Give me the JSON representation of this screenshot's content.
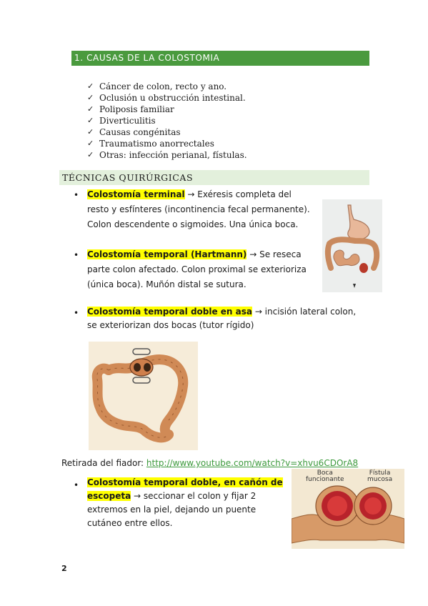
{
  "section1": {
    "title": "1. CAUSAS DE LA COLOSTOMIA",
    "causes": [
      "Cáncer de colon, recto y ano.",
      "Oclusión u obstrucción intestinal.",
      "Poliposis familiar",
      "Diverticulitis",
      "Causas congénitas",
      "Traumatismo anorrectales",
      "Otras: infección perianal, fístulas."
    ],
    "check_glyph": "✓"
  },
  "section2": {
    "title": "TÉCNICAS QUIRÚRGICAS",
    "bullet_glyph": "•",
    "items": [
      {
        "term": " Colostomía terminal",
        "line1": " → Exéresis completa del",
        "line2": "resto y esfínteres (incontinencia fecal permanente).",
        "line3": "Colon descendente o sigmoides. Una única boca."
      },
      {
        "term": "Colostomía temporal (Hartmann)",
        "line1": " → Se reseca",
        "line2": "parte colon afectado. Colon proximal se exterioriza",
        "line3": "(única boca). Muñón distal se sutura."
      },
      {
        "term": "Colostomía temporal doble en asa",
        "line1": " → incisión lateral colon,",
        "line2": "se exteriorizan dos bocas (tutor rígido)"
      },
      {
        "term_line1": "Colostomía temporal doble, en cañón de",
        "term_line2": "escopeta",
        "line1": " → seccionar el colon y fijar 2",
        "line2": "extremos en la piel, dejando un puente",
        "line3": "cutáneo entre ellos."
      }
    ],
    "fiador_label": "Retirada del fiador: ",
    "fiador_link": "http://www.youtube.com/watch?v=xhvu6CDOrA8"
  },
  "figure_labels": {
    "boca_line1": "Boca",
    "boca_line2": "funcionante",
    "fistula_line1": "Fístula",
    "fistula_line2": "mucosa"
  },
  "page_number": "2",
  "colors": {
    "heading_green": "#4a9a3e",
    "subheading_green": "#e3f0dc",
    "highlight": "#ffff00",
    "link": "#3d9a3d"
  }
}
